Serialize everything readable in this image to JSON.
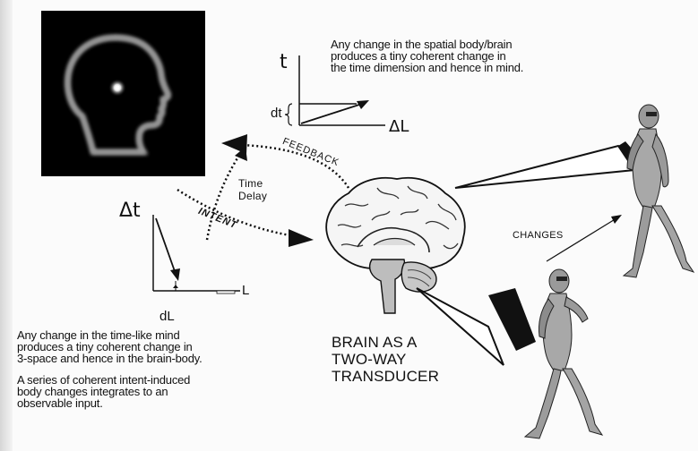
{
  "top_text": {
    "line1": "Any change in the spatial body/brain",
    "line2": "produces a tiny coherent change in",
    "line3": "the time dimension and hence in mind."
  },
  "top_graph": {
    "y_label": "t",
    "dt_label": "dt",
    "x_label": "ΔL"
  },
  "arc_labels": {
    "feedback": "FEEDBACK",
    "time_delay_1": "Time",
    "time_delay_2": "Delay",
    "intent": "INTENT"
  },
  "left_graph": {
    "y_label": "Δt",
    "x_label": "L",
    "dl_label": "dL"
  },
  "bottom_text": {
    "p1_line1": "Any change in the time-like mind",
    "p1_line2": "produces a tiny coherent change in",
    "p1_line3": "3-space and hence in the brain-body.",
    "p2_line1": "A series of coherent intent-induced",
    "p2_line2": "body changes integrates to an",
    "p2_line3": "observable input."
  },
  "brain_caption": {
    "line1": "BRAIN AS A",
    "line2": "TWO-WAY",
    "line3": "TRANSDUCER"
  },
  "changes_label": "CHANGES"
}
